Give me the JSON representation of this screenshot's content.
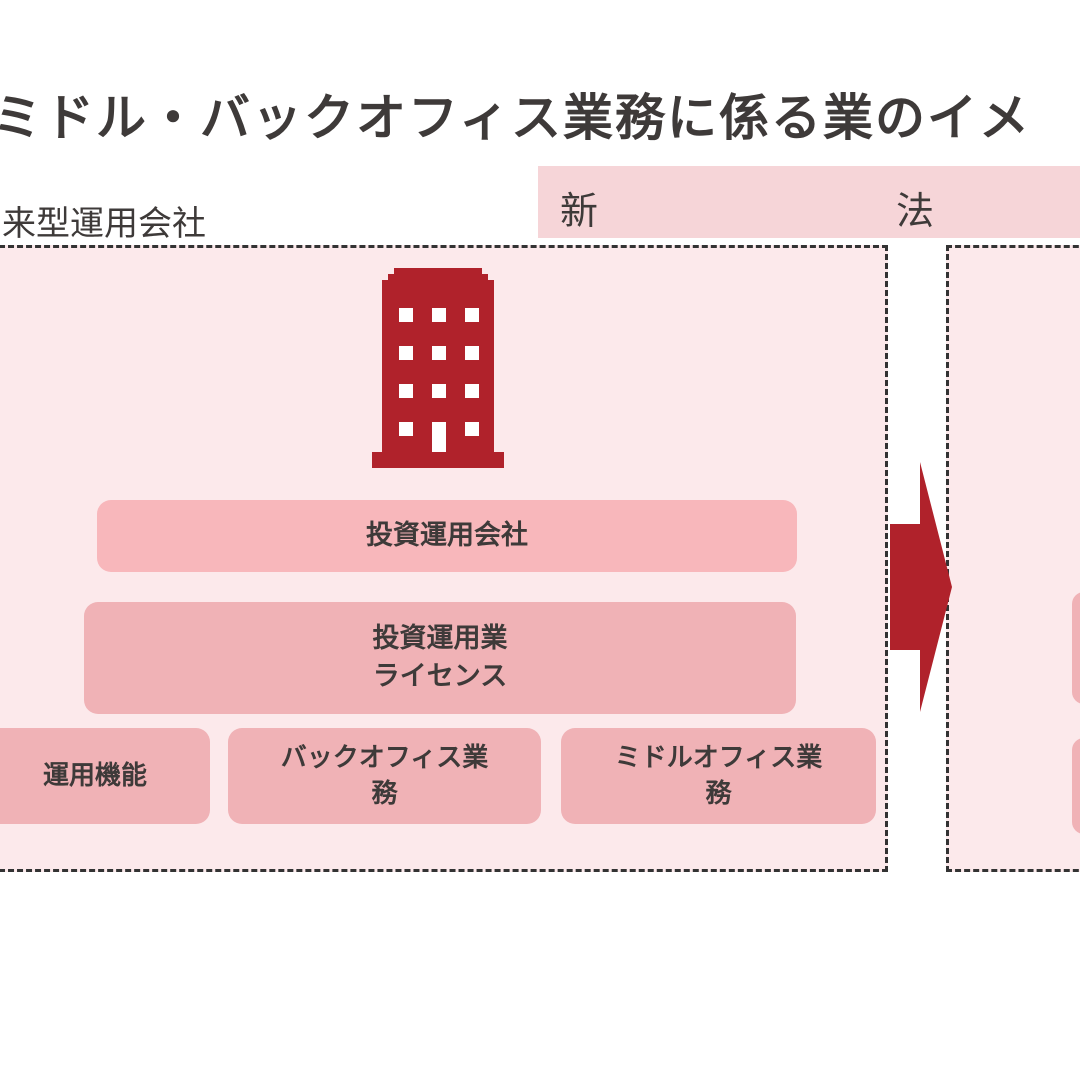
{
  "title": "ミドル・バックオフィス業務に係る業のイメ",
  "left_label": "来型運用会社",
  "new_band": {
    "char1": "新",
    "char2": "法"
  },
  "left_panel": {
    "company_label": "投資運用会社",
    "license_label": "投資運用業\nライセンス",
    "functions": {
      "operations": "運用機能",
      "back_office": "バックオフィス業\n務",
      "middle_office": "ミドルオフィス業\n務"
    }
  },
  "colors": {
    "accent_red": "#b0222b",
    "panel_bg": "#fce9eb",
    "band_bg": "#f6d5d8",
    "company_pill": "#f8b7bb",
    "function_pill": "#f0b2b6",
    "text": "#3e3a39"
  },
  "icons": {
    "building": "office-building-icon",
    "arrow": "right-arrow-icon"
  }
}
